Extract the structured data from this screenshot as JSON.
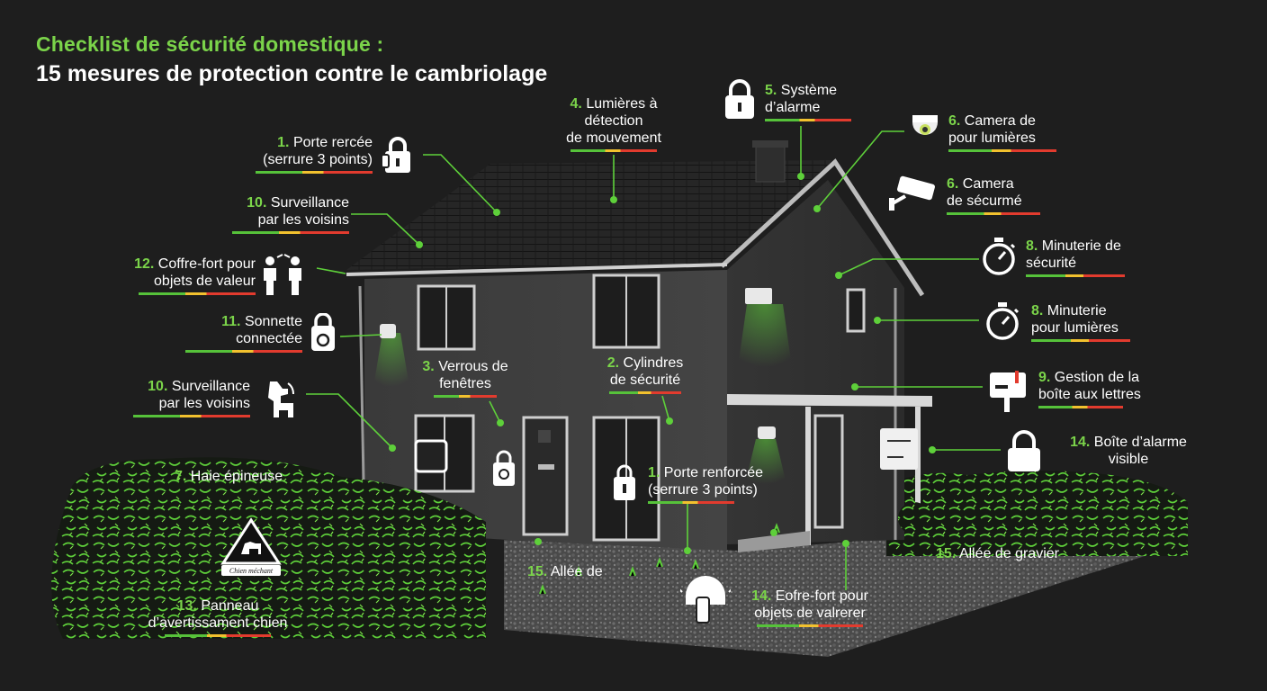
{
  "title": {
    "line1": "Checklist de sécurité domestique :",
    "line2": "15 mesures de protection contre le cambriolage"
  },
  "accent_color": "#7bd44a",
  "labels": [
    {
      "id": "l1",
      "num": "1.",
      "line1": "Porte rercée",
      "line2": "(serrure 3 points)",
      "icon": "padlock-icon"
    },
    {
      "id": "l2",
      "num": "10.",
      "line1": "Surveillance",
      "line2": "par les voisins",
      "icon": ""
    },
    {
      "id": "l3",
      "num": "12.",
      "line1": "Coffre-fort pour",
      "line2": "objets de valeur",
      "icon": "people-icon"
    },
    {
      "id": "l4",
      "num": "11.",
      "line1": "Sonnette",
      "line2": "connectée",
      "icon": "doorbell-icon"
    },
    {
      "id": "l5",
      "num": "10.",
      "line1": "Surveillance",
      "line2": "par les voisins",
      "icon": "dog-icon"
    },
    {
      "id": "l6",
      "num": "7.",
      "line1": "Haie épineuse",
      "line2": "",
      "icon": ""
    },
    {
      "id": "l7",
      "num": "13.",
      "line1": "Panneau",
      "line2": "d’avertissament chien",
      "icon": "dog-warning-sign-icon"
    },
    {
      "id": "l8",
      "num": "4.",
      "line1": "Lumières à",
      "line2": "détection",
      "line3": "de mouvement",
      "icon": ""
    },
    {
      "id": "l9",
      "num": "5.",
      "line1": "Système",
      "line2": "d’alarme",
      "icon": "alarm-padlock-icon"
    },
    {
      "id": "l10",
      "num": "6.",
      "line1": "Camera de",
      "line2": "pour lumières",
      "icon": "dome-camera-icon"
    },
    {
      "id": "l11",
      "num": "6.",
      "line1": "Camera",
      "line2": "de sécurmé",
      "icon": "security-camera-icon"
    },
    {
      "id": "l12",
      "num": "8.",
      "line1": "Minuterie de",
      "line2": "sécurité",
      "icon": "stopwatch-icon"
    },
    {
      "id": "l13",
      "num": "8.",
      "line1": "Minuterie",
      "line2": "pour lumières",
      "icon": "stopwatch-icon"
    },
    {
      "id": "l14",
      "num": "9.",
      "line1": "Gestion de la",
      "line2": "boîte aux lettres",
      "icon": "mailbox-icon"
    },
    {
      "id": "l15",
      "num": "14.",
      "line1": "Boîte d’alarme",
      "line2": "visible",
      "icon": "padlock-icon"
    },
    {
      "id": "l16",
      "num": "3.",
      "line1": "Verrous de",
      "line2": "fenêtres",
      "icon": ""
    },
    {
      "id": "l17",
      "num": "2.",
      "line1": "Cylindres",
      "line2": "de sécurité",
      "icon": ""
    },
    {
      "id": "l18",
      "num": "1.",
      "line1": "Porte renforcée",
      "line2": "(serrure 3 points)",
      "icon": "padlock-icon"
    },
    {
      "id": "l19",
      "num": "15.",
      "line1": "Allée de",
      "line2": "",
      "icon": ""
    },
    {
      "id": "l20",
      "num": "15.",
      "line1": "Allée de gravier",
      "line2": "",
      "icon": ""
    },
    {
      "id": "l21",
      "num": "14.",
      "line1": "Eofre-fort pour",
      "line2": "objets de valrerer",
      "icon": "safe-icon"
    }
  ],
  "sign_text": "Chien méchant"
}
